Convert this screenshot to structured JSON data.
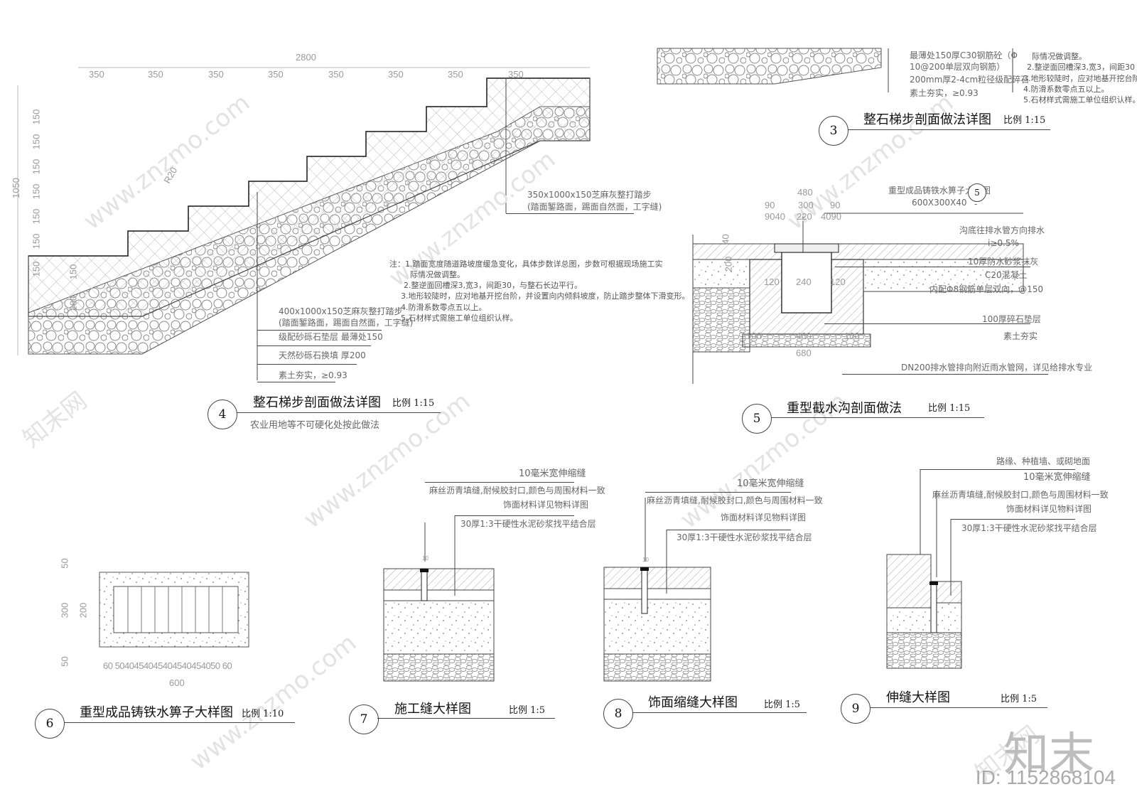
{
  "watermarks": {
    "site": "www.znzmo.com",
    "cn": "知末网"
  },
  "brand": {
    "logo": "知末",
    "id": "ID: 1152868104"
  },
  "detail4": {
    "number": "4",
    "title": "整石梯步剖面做法详图",
    "scale": "比例 1:15",
    "subnote": "农业用地等不可硬化处按此做法",
    "dims_top": [
      "2800",
      "350",
      "350",
      "350",
      "350",
      "350",
      "350",
      "350",
      "350"
    ],
    "dims_left": [
      "1050",
      "150",
      "150",
      "150",
      "150",
      "150",
      "150",
      "150",
      "150",
      "200"
    ],
    "radius": "R20",
    "callout_upper": [
      "350x1000x150芝麻灰整打踏步",
      "(踏面錾路面，踢面自然面，工字缝)"
    ],
    "callout_lower": [
      "400x1000x150芝麻灰整打踏步",
      "(踏面錾路面，踢面自然面，工字缝)",
      "级配砂砾石垫层  最薄处150",
      "天然砂砾石换填  厚200",
      "素土夯实，≥0.93"
    ],
    "notes": [
      "注：1.踏面宽度随道路坡度缓急变化，具体步数详总图，步数可根据现场施工实",
      "际情况做调整。",
      "2.整逆面回槽深3,宽3，间距30，与整石长边平行。",
      "3.地形较陡时，应对地基开挖台阶，并设置向内倾斜坡度，防止踏步整体下滑变形。",
      "4.防滑系数零点五以上。",
      "5.石材样式需施工单位组织认样。"
    ]
  },
  "detail3": {
    "number": "3",
    "title": "整石梯步剖面做法详图",
    "scale": "比例 1:15",
    "callouts": [
      "最薄处150厚C30钢筋砼（Φ",
      "10@200单层双向钢筋）",
      "200mm厚2-4cm粒径级配碎石",
      "素土夯实，≥0.93"
    ],
    "notes": [
      "际情况做调整。",
      "2.整逆面回槽深3,宽3，间距30",
      "3.地形较陡时，应对地基开挖台阶",
      "4.防滑系数零点五以上。",
      "5.石材样式需施工单位组织认样。"
    ]
  },
  "detail5": {
    "number": "5",
    "title": "重型截水沟剖面做法",
    "scale": "比例 1:15",
    "dims": {
      "w480": "480",
      "row1": [
        "90",
        "300",
        "90"
      ],
      "row2": [
        "9040",
        "220",
        "4090"
      ],
      "d120": "120",
      "d240": "240",
      "d120b": "120",
      "b100a": "100",
      "b460": "460",
      "b100b": "100",
      "b680": "680",
      "v40": "40",
      "v200": "200"
    },
    "ref_bubble": "5",
    "ref_dash": "-",
    "callouts": [
      "重型成品铸铁水箅子大样图",
      "600X300X40",
      "沟底往排水管方向排水",
      "i≥0.5%",
      "10厚防水砂浆抹灰",
      "C20混凝土",
      "内配Φ8钢筋单层双向，@150",
      "100厚碎石垫层",
      "素土夯实",
      "DN200排水管排向附近雨水管网，详见给排水专业"
    ]
  },
  "detail6": {
    "number": "6",
    "title": "重型成品铸铁水箅子大样图",
    "scale": "比例 1:10",
    "dims_bottom": "60 5040454045404540454050 60",
    "dim_total": "600",
    "dims_left": [
      "50",
      "200",
      "50"
    ],
    "dim_left_total": "300"
  },
  "detail7": {
    "number": "7",
    "title": "施工缝大样图",
    "scale": "比例 1:5",
    "callouts": [
      "10毫米宽伸缩缝",
      "麻丝沥青填缝,耐候胶封口,颜色与周围材料一致",
      "饰面材料详见物料详图",
      "30厚1:3干硬性水泥砂浆找平结合层"
    ],
    "tick": "10"
  },
  "detail8": {
    "number": "8",
    "title": "饰面缩缝大样图",
    "scale": "比例 1:5",
    "callouts": [
      "10毫米宽伸缩缝",
      "麻丝沥青填缝,耐候胶封口,颜色与周围材料一致",
      "饰面材料详见物料详图",
      "30厚1:3干硬性水泥砂浆找平结合层"
    ],
    "tick": "10"
  },
  "detail9": {
    "number": "9",
    "title": "伸缝大样图",
    "scale": "比例 1:5",
    "callouts": [
      "路缘、种植墙、或砌地面",
      "10毫米宽伸缩缝",
      "麻丝沥青填缝,耐候胶封口,颜色与周围材料一致",
      "饰面材料详见物料详图",
      "30厚1:3干硬性水泥砂浆找平结合层"
    ]
  }
}
